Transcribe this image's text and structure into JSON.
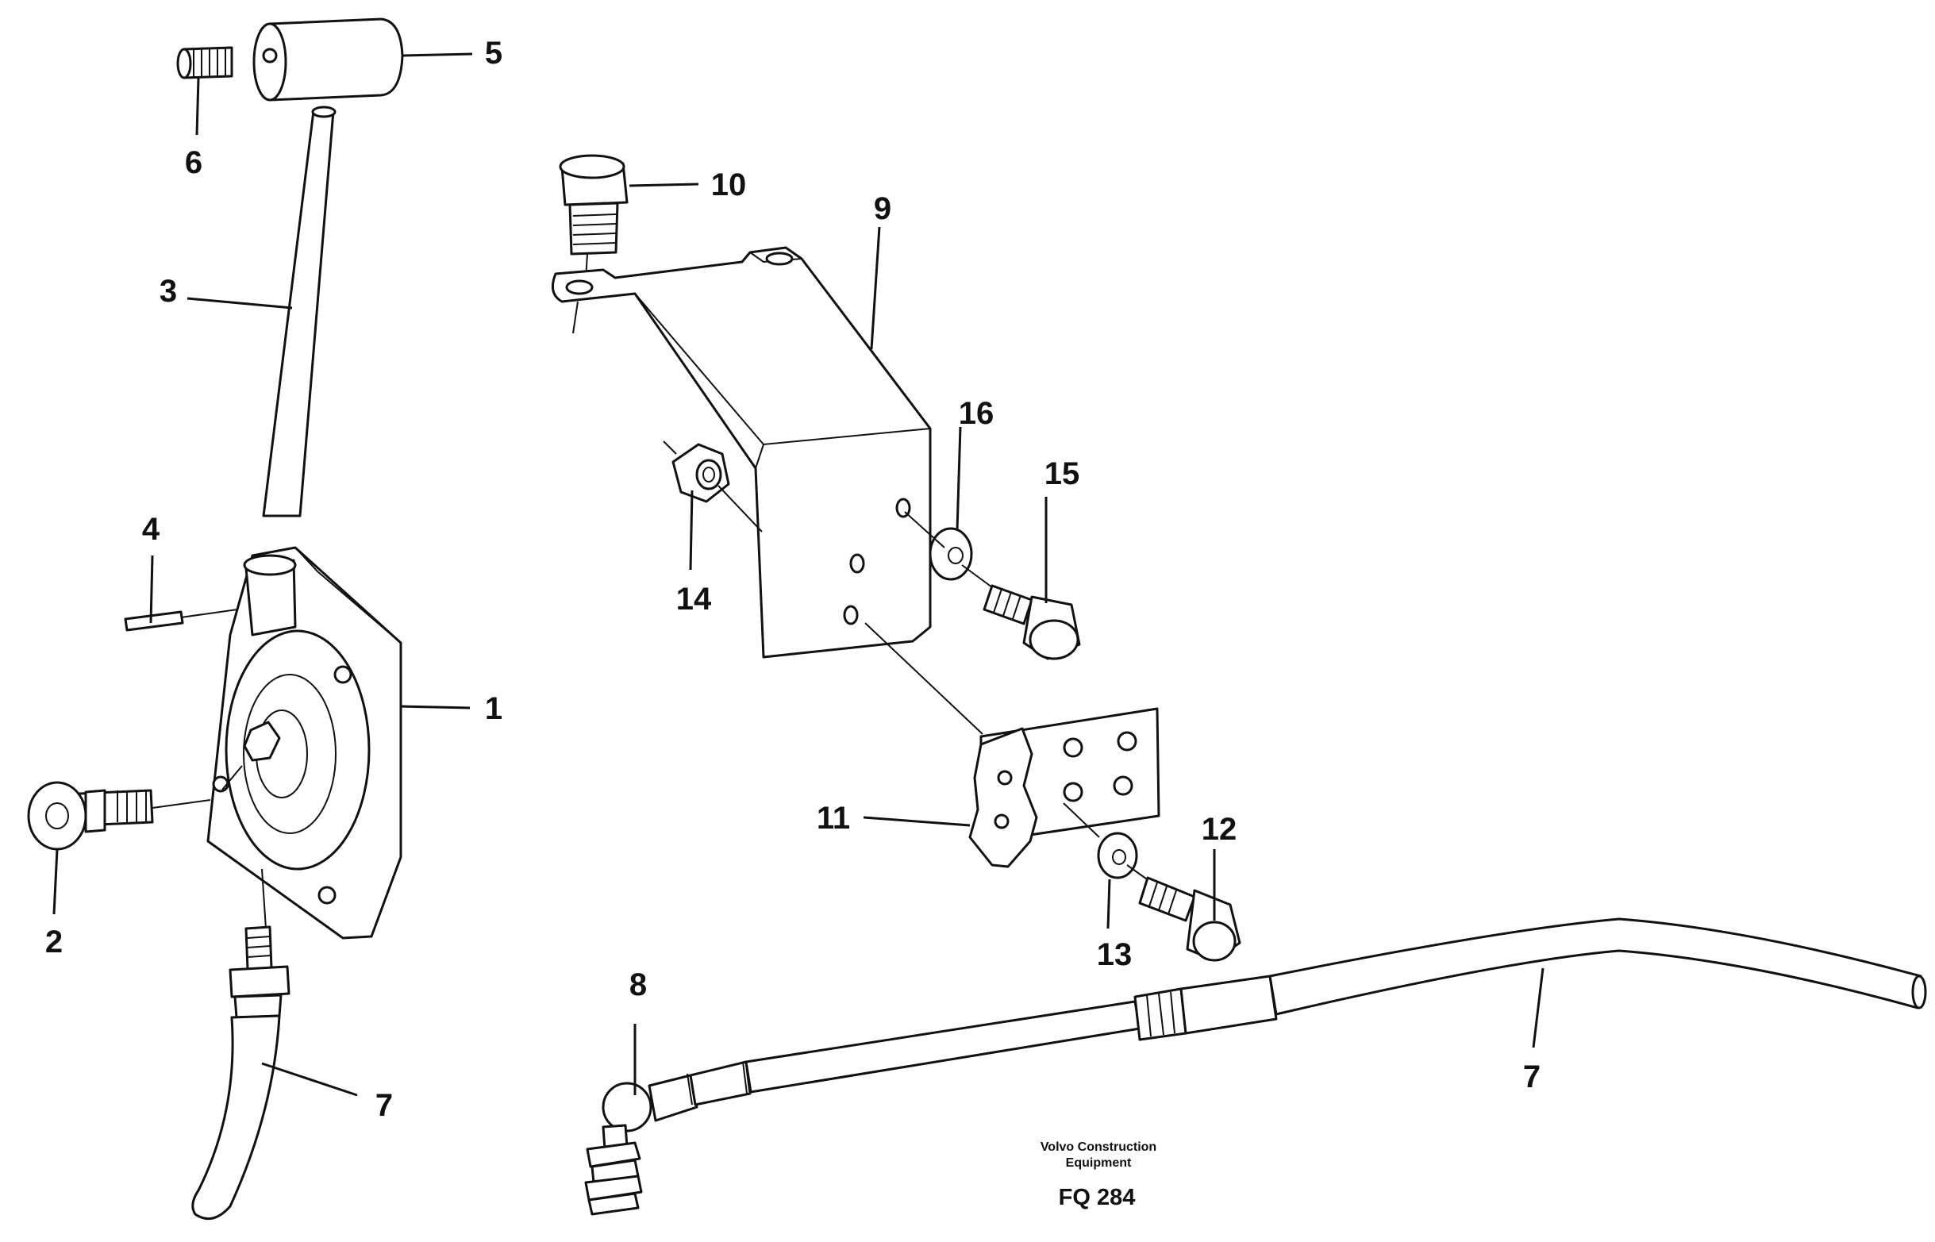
{
  "diagram": {
    "callouts": {
      "c1": "1",
      "c2": "2",
      "c3": "3",
      "c4": "4",
      "c5": "5",
      "c6": "6",
      "c7a": "7",
      "c7b": "7",
      "c8": "8",
      "c9": "9",
      "c10": "10",
      "c11": "11",
      "c12": "12",
      "c13": "13",
      "c14": "14",
      "c15": "15",
      "c16": "16"
    },
    "caption": {
      "line1": "Volvo Construction",
      "line2": "Equipment",
      "code": "FQ 284"
    }
  }
}
